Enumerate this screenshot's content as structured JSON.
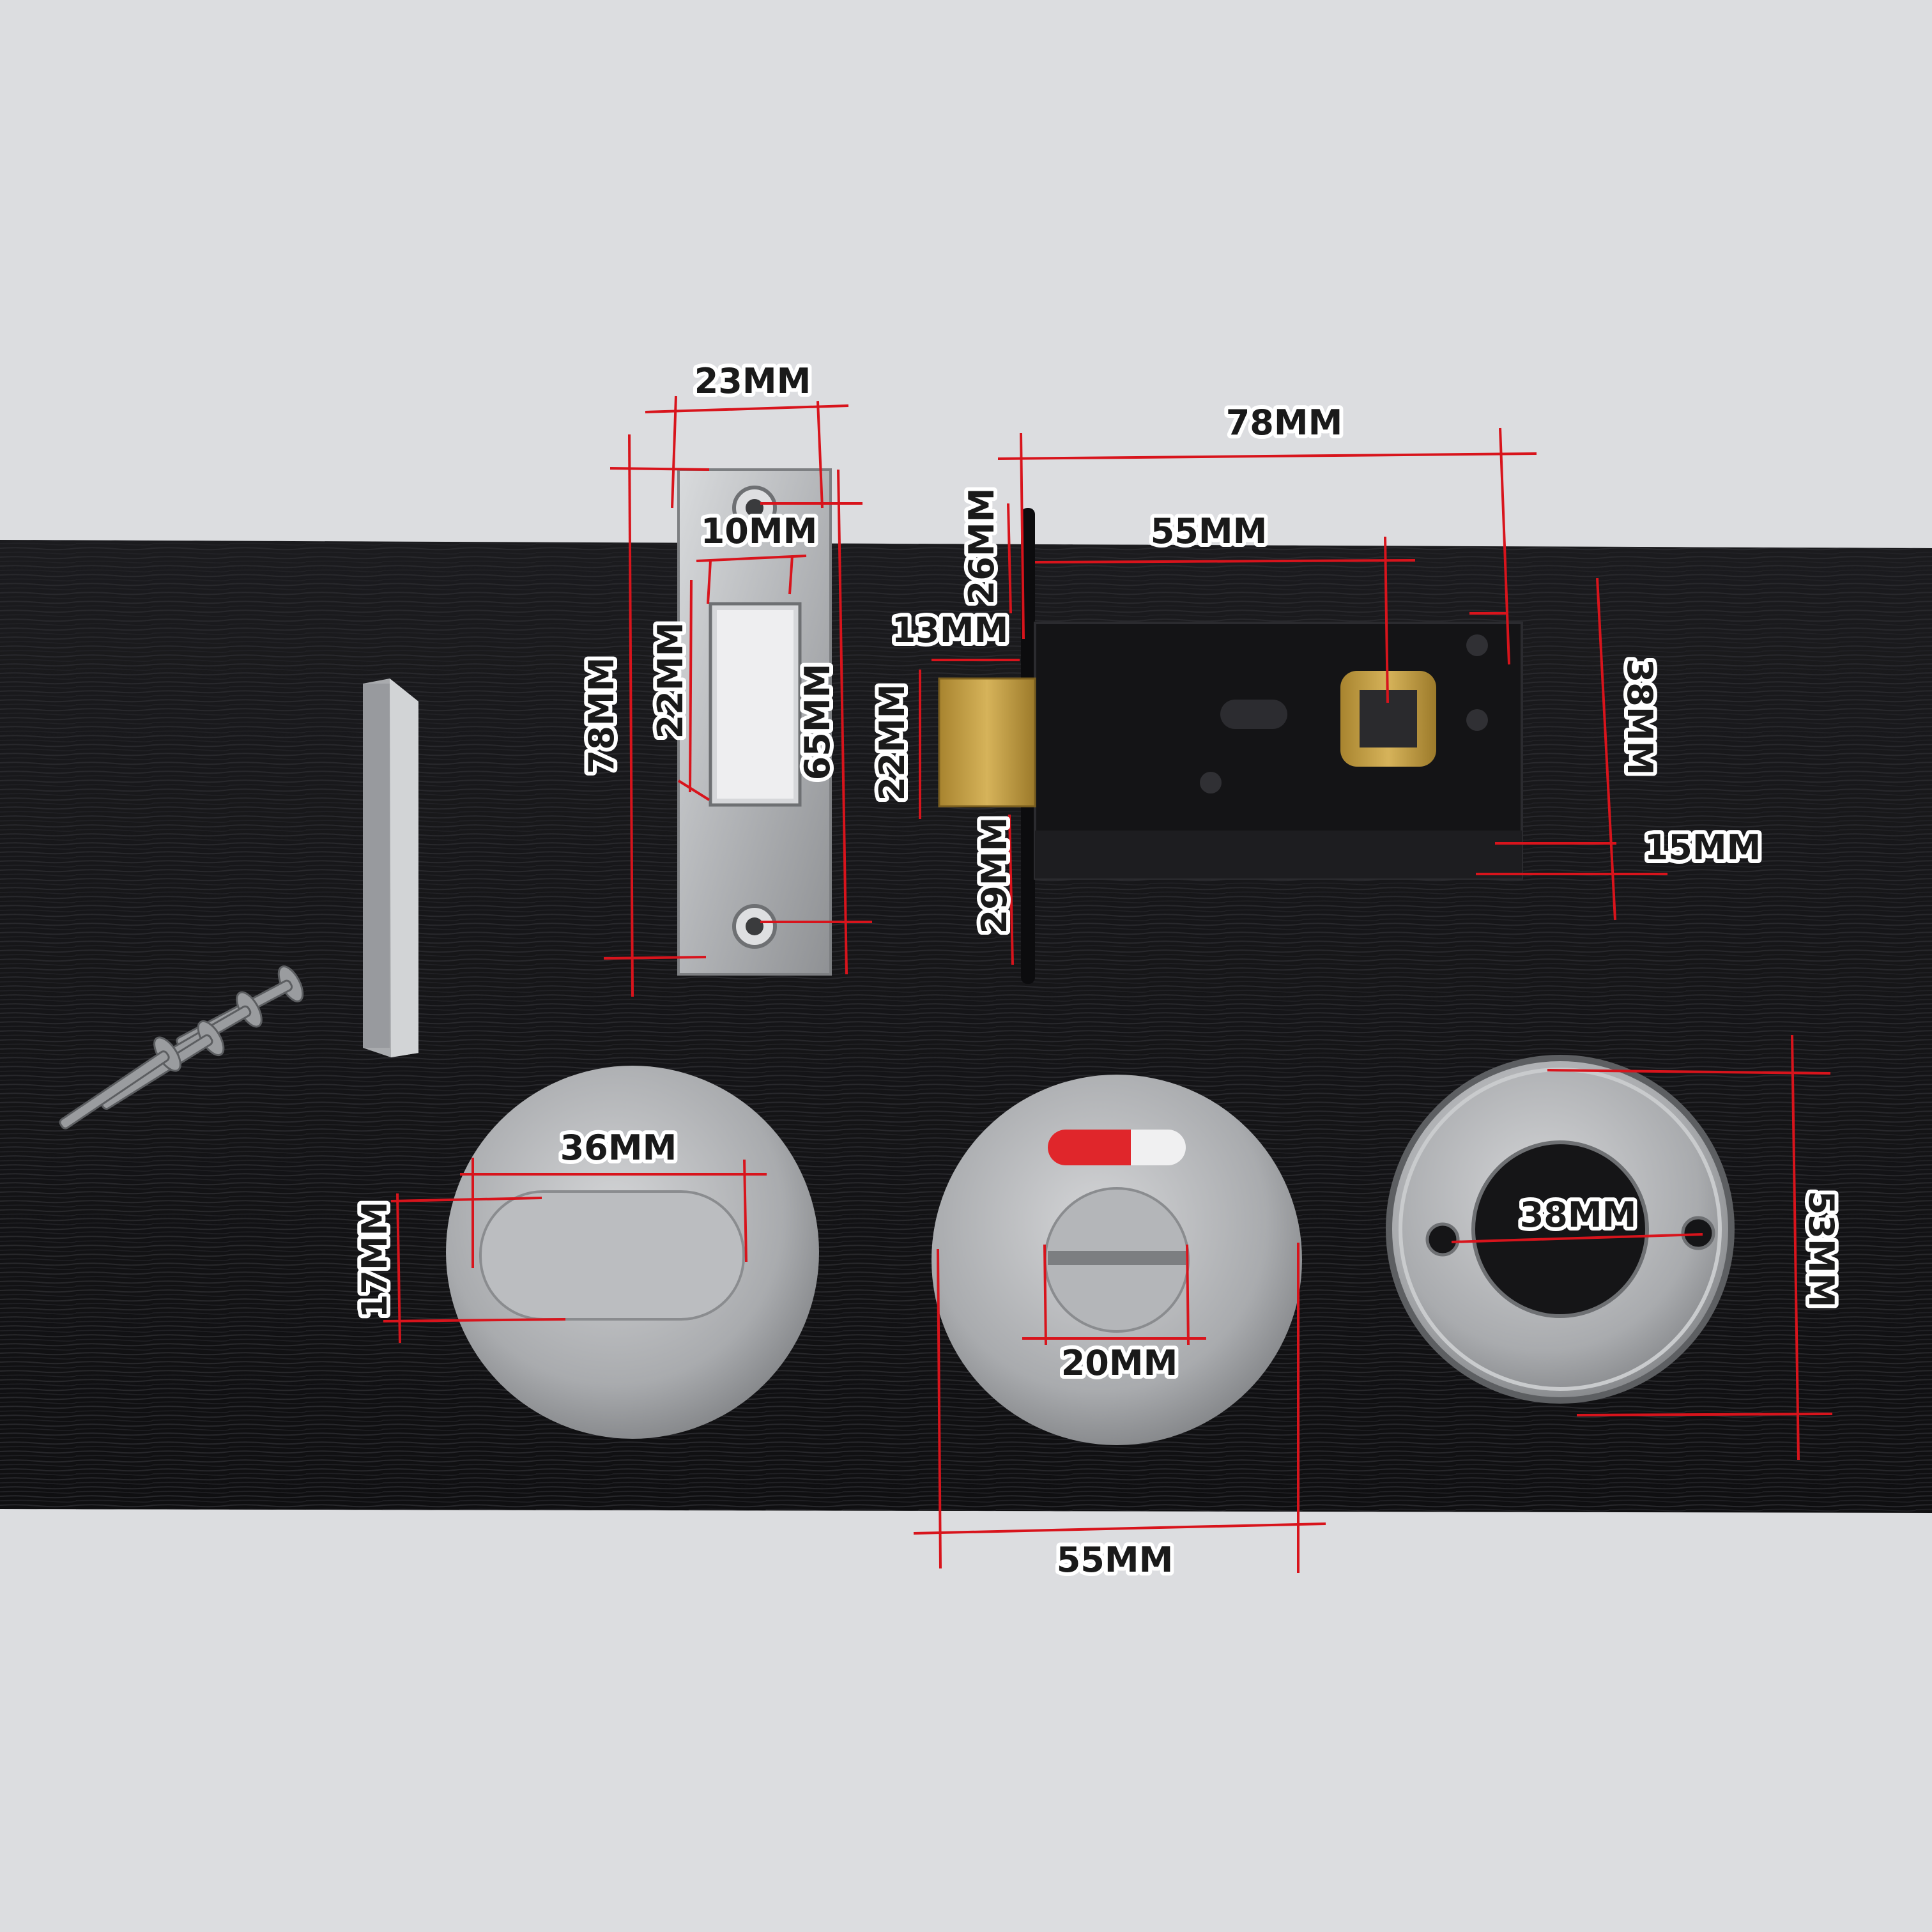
{
  "colors": {
    "wall": "#dcdde0",
    "board": "#151517",
    "steel": "#b9bbbd",
    "lock_body": "#141416",
    "brass": "#c9a44a",
    "indicator_red": "#e0262b",
    "dimension_line": "#d8141c"
  },
  "strike_plate": {
    "width_label": "23MM",
    "height_label": "78MM",
    "window_width_label": "10MM",
    "window_height_label": "22MM",
    "hole_span_label": "65MM"
  },
  "lock_body": {
    "length_label": "78MM",
    "backset_label": "55MM",
    "faceplate_top_label": "26MM",
    "latch_projection_label": "13MM",
    "latch_height_label": "22MM",
    "faceplate_bottom_label": "29MM",
    "body_height_label": "38MM",
    "bottom_offset_label": "15MM"
  },
  "thumb_turn": {
    "diameter_label": "36MM",
    "knob_height_label": "17MM"
  },
  "indicator": {
    "spindle_label": "20MM",
    "diameter_label": "55MM"
  },
  "cover_rose": {
    "hole_label": "38MM",
    "diameter_label": "53MM"
  }
}
